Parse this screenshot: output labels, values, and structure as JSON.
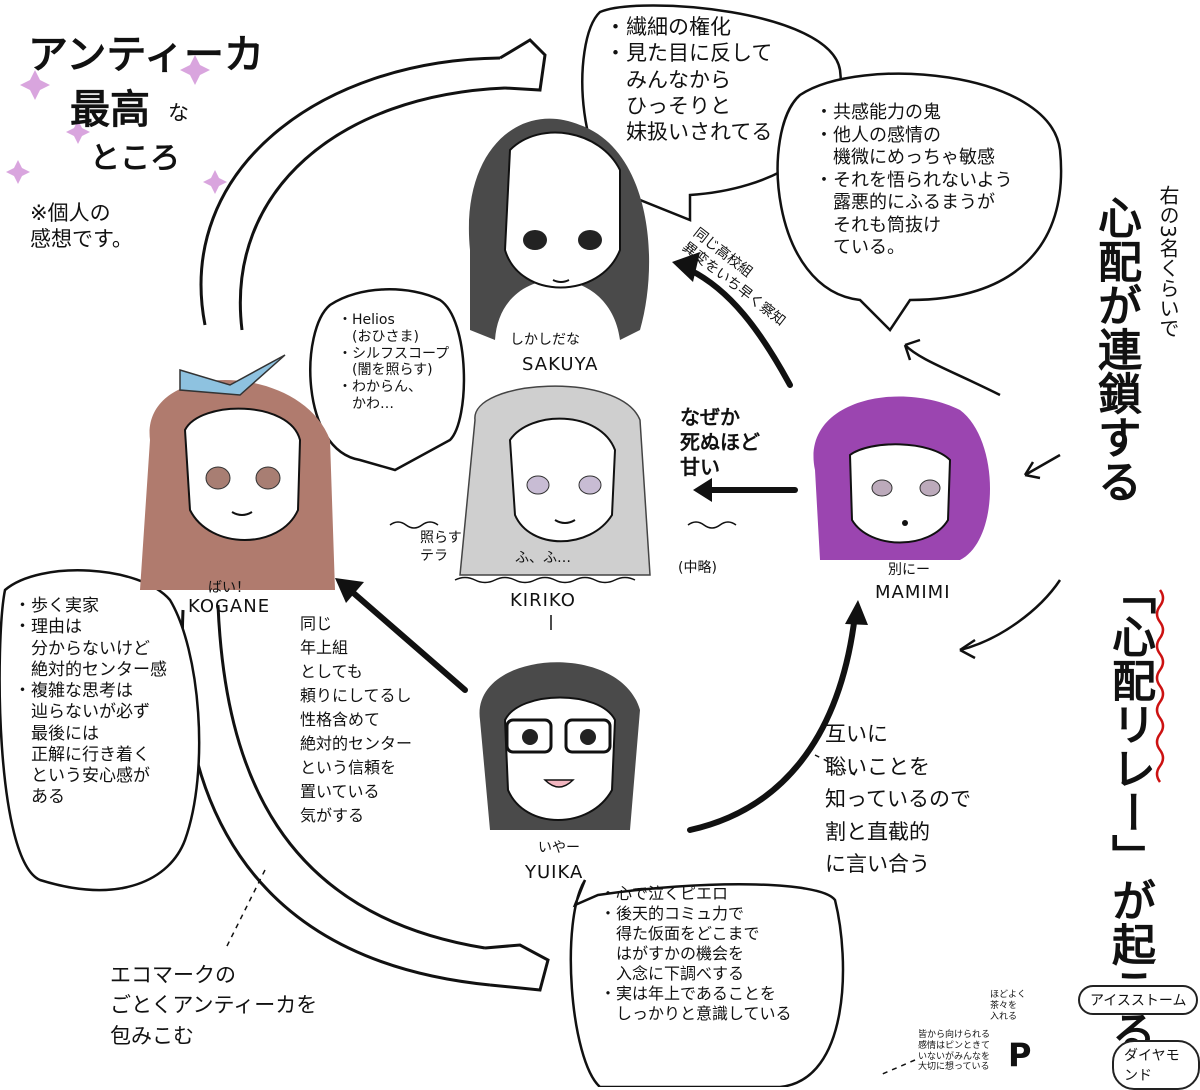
{
  "title": {
    "line1": "アンティーカ",
    "line2": "最高",
    "line2_small": "な",
    "line3": "ところ",
    "disclaimer": "※個人の\n感想です。"
  },
  "members": {
    "sakuya": {
      "nickname": "しかしだな",
      "name": "SAKUYA",
      "note": "・繊細の権化\n・見た目に反して\n　みんなから\n　ひっそりと\n　妹扱いされてる"
    },
    "kogane": {
      "nickname": "ばい！",
      "name": "KOGANE",
      "note": "・歩く実家\n・理由は\n　分からないけど\n　絶対的センター感\n・複雑な思考は\n　辿らないが必ず\n　最後には\n　正解に行き着く\n　という安心感が\n　ある"
    },
    "kiriko": {
      "nickname": "ふ、ふ…",
      "name": "KIRIKO",
      "note": "・Helios\n　(おひさま)\n・シルフスコープ\n　(闇を照らす)\n・わからん、\n　かわ…",
      "side_left": "照らす\nテラ",
      "side_right": "(中略)"
    },
    "mamimi": {
      "nickname": "別にー",
      "name": "MAMIMI",
      "note": "・共感能力の鬼\n・他人の感情の\n　機微にめっちゃ敏感\n・それを悟られないよう\n　露悪的にふるまうが\n　それも筒抜け\n　ている。"
    },
    "yuika": {
      "nickname": "いやー",
      "name": "YUIKA",
      "note": "・心で泣くピエロ\n・後天的コミュ力で\n　得た仮面をどこまで\n　はがすかの機会を\n　入念に下調べする\n・実は年上であることを\n　しっかりと意識している"
    }
  },
  "arrows": {
    "sakuya_kiriko": "同じ高校組\n異変をいち早く察知",
    "kiriko_mamimi": "なぜか\n死ぬほど\n甘い",
    "yuika_kogane": "同じ\n年上組\nとしても\n頼りにしてるし\n性格含めて\n絶対的センター\nという信頼を\n置いている\n気がする",
    "yuika_mamimi": "互いに\n聡いことを\n知っているので\n割と直截的\nに言い合う",
    "eco": "エコマークの\nごとくアンティーカを\n包みこむ"
  },
  "side_note": {
    "small": "右の3名くらいで",
    "big1": "心配が連鎖する",
    "big2": "「心配リレー」が起こる"
  },
  "footer": {
    "tag1": "アイスストーム",
    "tag2": "ダイヤモンド",
    "p_note": "皆から向けられる\n感情はピンときて\nいないがみんなを\n大切に想っている",
    "p_side": "ほどよく\n茶々を\n入れる",
    "p_mark": "P"
  },
  "colors": {
    "ink": "#111111",
    "kogane_hair": "#b07b6e",
    "kiriko_hair": "#c9c9c9",
    "mamimi_hair": "#9b45b0",
    "ribbon": "#8ec2e0",
    "relay_wave": "#cc1111",
    "sparkle": "#d9a5de"
  }
}
